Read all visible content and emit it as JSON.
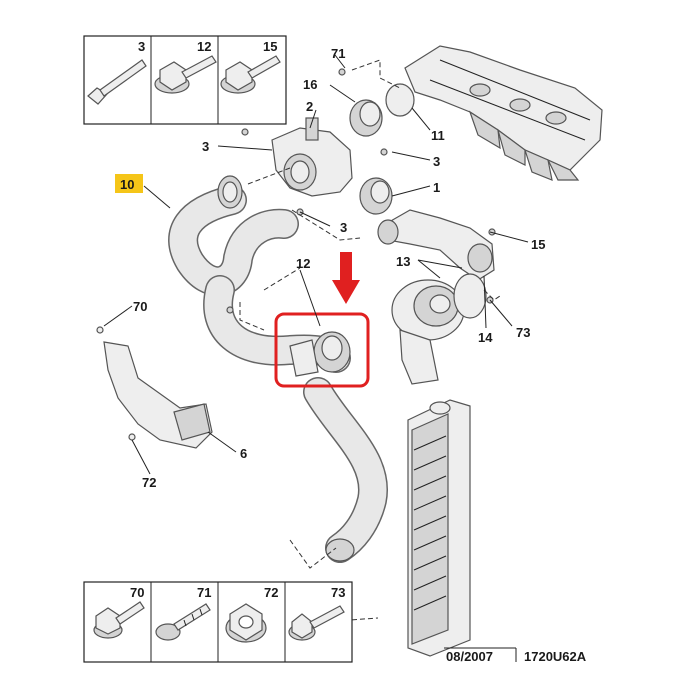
{
  "top_fastener_box": {
    "items": [
      {
        "number": "3",
        "icon": "bolt-icon"
      },
      {
        "number": "12",
        "icon": "flange-bolt-icon"
      },
      {
        "number": "15",
        "icon": "flange-bolt-icon"
      }
    ]
  },
  "bottom_fastener_box": {
    "items": [
      {
        "number": "70",
        "icon": "flange-screw-icon"
      },
      {
        "number": "71",
        "icon": "self-tapping-screw-icon"
      },
      {
        "number": "72",
        "icon": "flange-nut-icon"
      },
      {
        "number": "73",
        "icon": "stud-bolt-icon"
      }
    ]
  },
  "callouts": {
    "c3a": "3",
    "c3b": "3",
    "c3c": "3",
    "c71": "71",
    "c16": "16",
    "c2": "2",
    "c11": "11",
    "c1": "1",
    "c10": "10",
    "c12": "12",
    "c15": "15",
    "c13": "13",
    "c14": "14",
    "c73": "73",
    "c70": "70",
    "c6": "6",
    "c72": "72"
  },
  "highlight": {
    "label_color": "#f5c518",
    "marker_color": "#e02020"
  },
  "footer": {
    "date": "08/2007",
    "reference": "1720U62A"
  }
}
